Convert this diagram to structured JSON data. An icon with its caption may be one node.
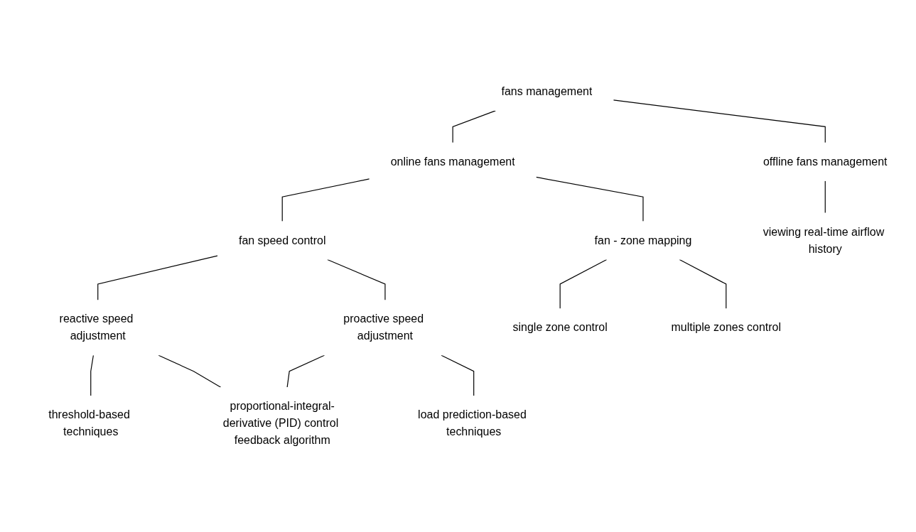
{
  "diagram": {
    "nodes": [
      {
        "text": [
          "fans management"
        ]
      },
      {
        "text": [
          "online fans management"
        ]
      },
      {
        "text": [
          "offline fans management"
        ]
      },
      {
        "text": [
          "fan speed control"
        ]
      },
      {
        "text": [
          "fan - zone mapping"
        ]
      },
      {
        "text": [
          "viewing real-time airflow history"
        ]
      },
      {
        "text": [
          "reactive speed adjustment"
        ]
      },
      {
        "text": [
          "proactive speed adjustment"
        ]
      },
      {
        "text": [
          "single zone control"
        ]
      },
      {
        "text": [
          "multiple zones control"
        ]
      },
      {
        "text": [
          "threshold-based techniques"
        ]
      },
      {
        "text": [
          "proportional-integral-derivative (PID) control feedback algorithm"
        ]
      },
      {
        "text": [
          "load prediction-based techniques"
        ]
      }
    ],
    "edges": [
      {
        "from": 0,
        "to": 1,
        "arrow": "none"
      },
      {
        "from": 0,
        "to": 2,
        "arrow": "none"
      },
      {
        "from": 1,
        "to": 3,
        "arrow": "none"
      },
      {
        "from": 1,
        "to": 4,
        "arrow": "none"
      },
      {
        "from": 2,
        "to": 5,
        "arrow": "none"
      },
      {
        "from": 3,
        "to": 6,
        "arrow": "none"
      },
      {
        "from": 3,
        "to": 7,
        "arrow": "none"
      },
      {
        "from": 4,
        "to": 8,
        "arrow": "none"
      },
      {
        "from": 4,
        "to": 9,
        "arrow": "none"
      },
      {
        "from": 6,
        "to": 10,
        "arrow": "none"
      },
      {
        "from": 6,
        "to": 11,
        "arrow": "none"
      },
      {
        "from": 7,
        "to": 11,
        "arrow": "none"
      },
      {
        "from": 7,
        "to": 12,
        "arrow": "none"
      }
    ]
  }
}
